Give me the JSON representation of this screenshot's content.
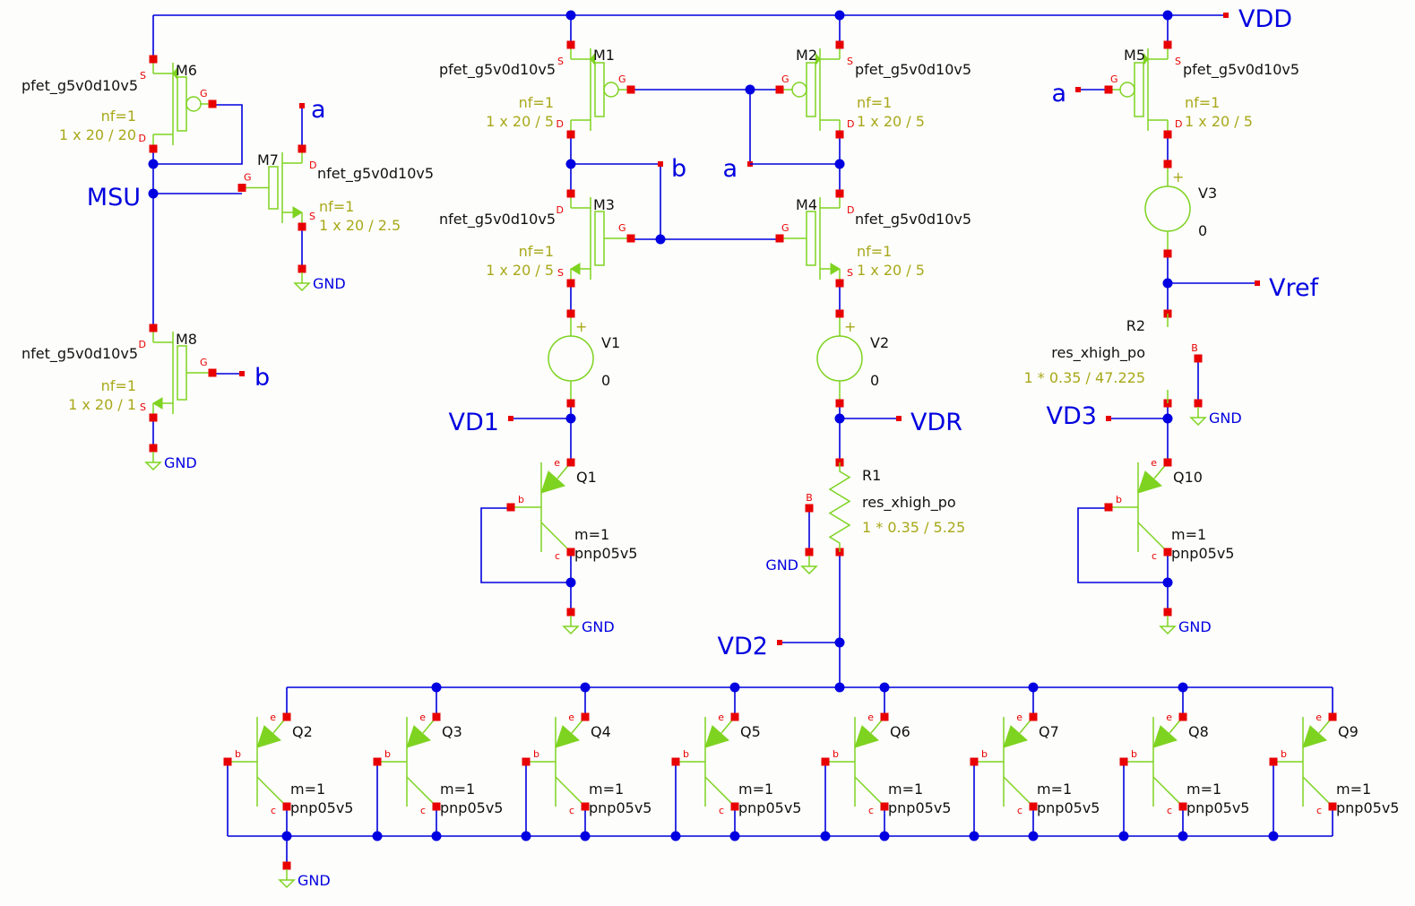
{
  "colors": {
    "background": "#fdfdfb",
    "wire": "#0000e0",
    "symbol": "#7ed321",
    "pin": "#e80000",
    "param_text": "#a8a81a",
    "label_text": "#111111"
  },
  "nets": {
    "vdd": "VDD",
    "msu": "MSU",
    "a": "a",
    "b": "b",
    "vref": "Vref",
    "vd1": "VD1",
    "vdr": "VDR",
    "vd2": "VD2",
    "vd3": "VD3",
    "gnd": "GND"
  },
  "mosfets": [
    {
      "name": "M1",
      "model": "pfet_g5v0d10v5",
      "nf": "nf=1",
      "size": "1 x 20 / 5"
    },
    {
      "name": "M2",
      "model": "pfet_g5v0d10v5",
      "nf": "nf=1",
      "size": "1 x 20 / 5"
    },
    {
      "name": "M3",
      "model": "nfet_g5v0d10v5",
      "nf": "nf=1",
      "size": "1 x 20 / 5"
    },
    {
      "name": "M4",
      "model": "nfet_g5v0d10v5",
      "nf": "nf=1",
      "size": "1 x 20 / 5"
    },
    {
      "name": "M5",
      "model": "pfet_g5v0d10v5",
      "nf": "nf=1",
      "size": "1 x 20 / 5"
    },
    {
      "name": "M6",
      "model": "pfet_g5v0d10v5",
      "nf": "nf=1",
      "size": "1 x 20 / 20"
    },
    {
      "name": "M7",
      "model": "nfet_g5v0d10v5",
      "nf": "nf=1",
      "size": "1 x 20 / 2.5"
    },
    {
      "name": "M8",
      "model": "nfet_g5v0d10v5",
      "nf": "nf=1",
      "size": "1 x 20 / 1"
    }
  ],
  "sources": [
    {
      "name": "V1",
      "value": "0"
    },
    {
      "name": "V2",
      "value": "0"
    },
    {
      "name": "V3",
      "value": "0"
    }
  ],
  "resistors": [
    {
      "name": "R1",
      "model": "res_xhigh_po",
      "size": "1 * 0.35 / 5.25"
    },
    {
      "name": "R2",
      "model": "res_xhigh_po",
      "size": "1 * 0.35 / 47.225"
    }
  ],
  "bjts": [
    {
      "name": "Q1",
      "mult": "m=1",
      "model": "pnp05v5"
    },
    {
      "name": "Q2",
      "mult": "m=1",
      "model": "pnp05v5"
    },
    {
      "name": "Q3",
      "mult": "m=1",
      "model": "pnp05v5"
    },
    {
      "name": "Q4",
      "mult": "m=1",
      "model": "pnp05v5"
    },
    {
      "name": "Q5",
      "mult": "m=1",
      "model": "pnp05v5"
    },
    {
      "name": "Q6",
      "mult": "m=1",
      "model": "pnp05v5"
    },
    {
      "name": "Q7",
      "mult": "m=1",
      "model": "pnp05v5"
    },
    {
      "name": "Q8",
      "mult": "m=1",
      "model": "pnp05v5"
    },
    {
      "name": "Q9",
      "mult": "m=1",
      "model": "pnp05v5"
    },
    {
      "name": "Q10",
      "mult": "m=1",
      "model": "pnp05v5"
    }
  ],
  "pin_labels": {
    "source": "S",
    "drain": "D",
    "gate": "G",
    "emitter": "e",
    "base": "b",
    "collector": "c",
    "body": "B",
    "plus": "+"
  }
}
